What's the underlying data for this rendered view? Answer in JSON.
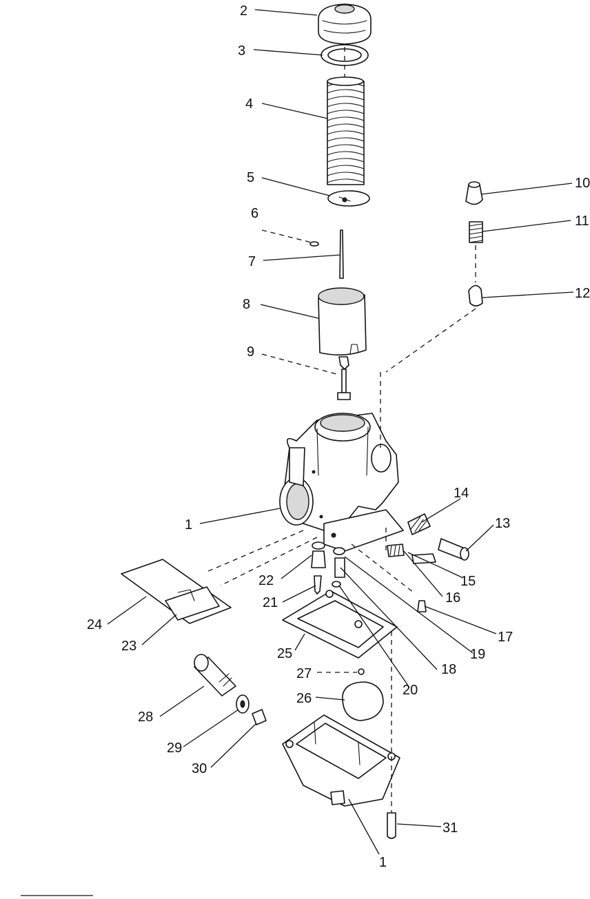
{
  "diagram": {
    "callouts": [
      {
        "id": "2",
        "text": "2"
      },
      {
        "id": "3",
        "text": "3"
      },
      {
        "id": "4",
        "text": "4"
      },
      {
        "id": "5",
        "text": "5"
      },
      {
        "id": "6",
        "text": "6"
      },
      {
        "id": "7",
        "text": "7"
      },
      {
        "id": "8",
        "text": "8"
      },
      {
        "id": "9",
        "text": "9"
      },
      {
        "id": "10",
        "text": "10"
      },
      {
        "id": "11",
        "text": "11"
      },
      {
        "id": "12",
        "text": "12"
      },
      {
        "id": "1a",
        "text": "1"
      },
      {
        "id": "14",
        "text": "14"
      },
      {
        "id": "13",
        "text": "13"
      },
      {
        "id": "15",
        "text": "15"
      },
      {
        "id": "16",
        "text": "16"
      },
      {
        "id": "17",
        "text": "17"
      },
      {
        "id": "22",
        "text": "22"
      },
      {
        "id": "21",
        "text": "21"
      },
      {
        "id": "24",
        "text": "24"
      },
      {
        "id": "23",
        "text": "23"
      },
      {
        "id": "25",
        "text": "25"
      },
      {
        "id": "19",
        "text": "19"
      },
      {
        "id": "18",
        "text": "18"
      },
      {
        "id": "20",
        "text": "20"
      },
      {
        "id": "27",
        "text": "27"
      },
      {
        "id": "26",
        "text": "26"
      },
      {
        "id": "28",
        "text": "28"
      },
      {
        "id": "29",
        "text": "29"
      },
      {
        "id": "30",
        "text": "30"
      },
      {
        "id": "31",
        "text": "31"
      },
      {
        "id": "1b",
        "text": "1"
      }
    ]
  }
}
